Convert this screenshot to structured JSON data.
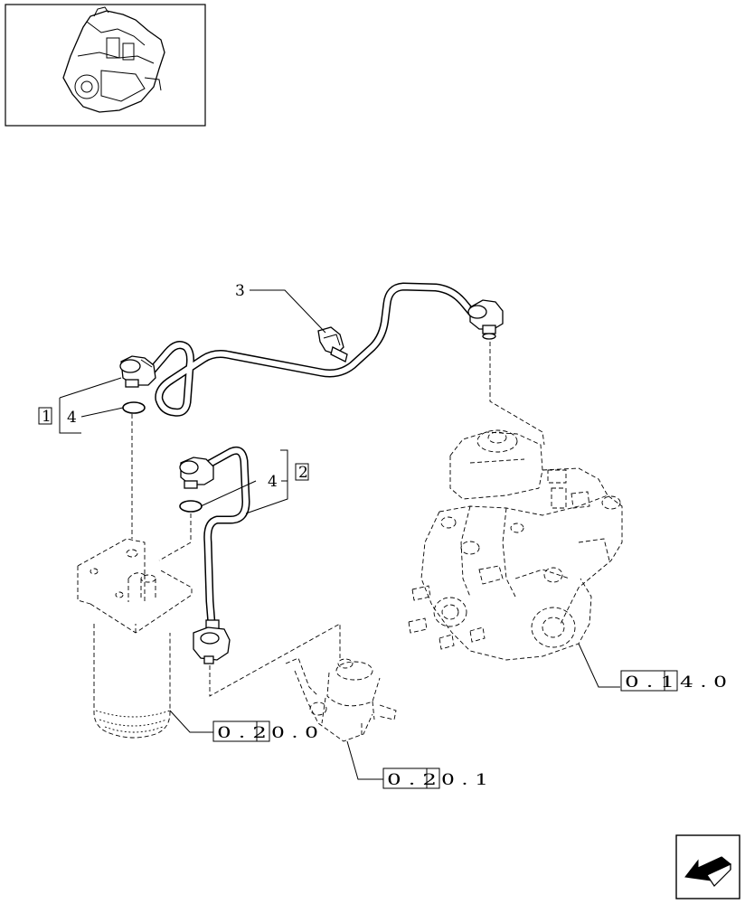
{
  "callouts": {
    "item_3": "3",
    "item_4_left": "4",
    "item_4_right": "4",
    "box_1": "1",
    "box_2": "2"
  },
  "references": {
    "ref_pump": {
      "boxed": "0 . 1",
      "rest": "4 . 0"
    },
    "ref_filter": {
      "boxed": "0 . 2",
      "rest": "0 . 0"
    },
    "ref_lift_pump": {
      "boxed": "0 . 2",
      "rest": "0 . 1"
    }
  },
  "icons": {
    "thumbnail": "engine-thumbnail-icon",
    "nav": "arrow-back-icon"
  }
}
